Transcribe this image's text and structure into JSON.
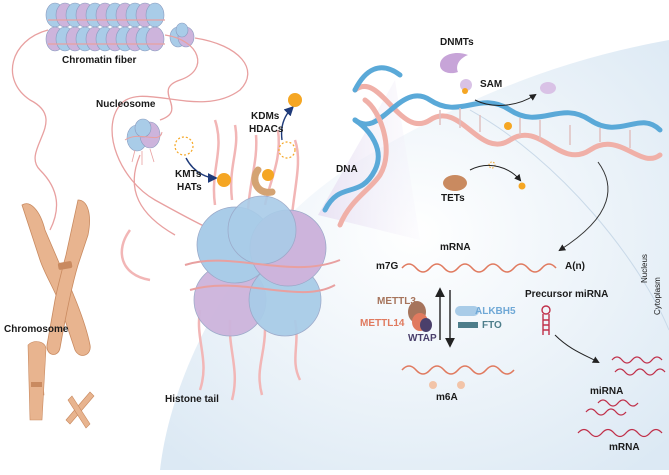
{
  "labels": {
    "chromatin_fiber": "Chromatin fiber",
    "nucleosome": "Nucleosome",
    "chromosome": "Chromosome",
    "histone_tail": "Histone tail",
    "kmts": "KMTs",
    "hats": "HATs",
    "kdms": "KDMs",
    "hdacs": "HDACs",
    "dna": "DNA",
    "dnmts": "DNMTs",
    "sam": "SAM",
    "tets": "TETs",
    "mrna_top": "mRNA",
    "m7g": "m7G",
    "polya": "A(n)",
    "mettl3": "METTL3",
    "mettl14": "METTL14",
    "wtap": "WTAP",
    "alkbh5": "ALKBH5",
    "fto": "FTO",
    "m6a": "m6A",
    "precursor_mirna": "Precursor miRNA",
    "mirna": "miRNA",
    "mrna_bottom": "mRNA",
    "nucleus": "Nucleus",
    "cytoplasm": "Cytoplasm"
  },
  "colors": {
    "histone_blue": "#a9cce8",
    "histone_purple": "#cdb4dc",
    "dna_blue": "#5aa9d8",
    "dna_pink": "#f0b0a8",
    "fiber_pink": "#e8a0a0",
    "enzyme_orange": "#f5a623",
    "chromosome_tan": "#e8b48f",
    "mettl3": "#a6745c",
    "mettl14": "#e07a5f",
    "wtap": "#4a3f6b",
    "alkbh5": "#6fa8d6",
    "fto": "#4d7d8a",
    "dnmt_purple": "#c7a4d8",
    "mirna_red": "#c0304a",
    "nucleus_bg": "#e8f1f8"
  }
}
